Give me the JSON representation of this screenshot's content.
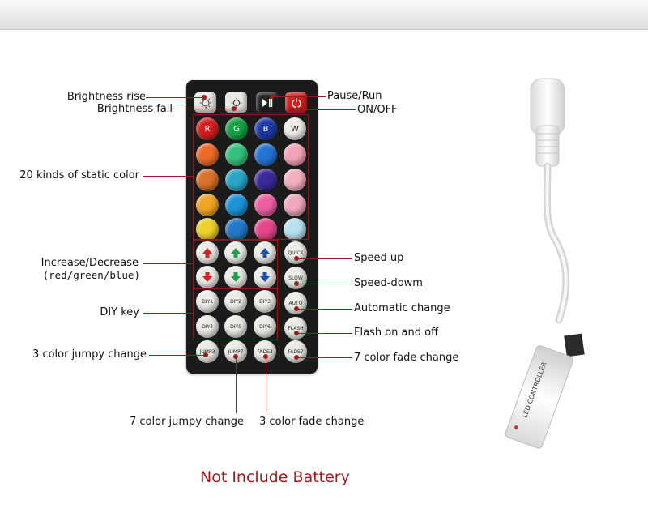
{
  "labels": {
    "brightness_rise": "Brightness rise",
    "brightness_fall": "Brightness fall",
    "static_color": "20 kinds of static color",
    "inc_dec": "Increase/Decrease",
    "rgb": "(red/green/blue)",
    "diy_key": "DIY key",
    "jump3": "3 color jumpy change",
    "jump7": "7 color jumpy change",
    "fade3": "3 color fade change",
    "fade7": "7 color fade change",
    "pause_run": "Pause/Run",
    "on_off": "ON/OFF",
    "speed_up": "Speed up",
    "speed_down": "Speed-dowm",
    "auto_change": "Automatic change",
    "flash": "Flash on and off"
  },
  "buttons": {
    "r": "R",
    "g": "G",
    "b": "B",
    "w": "W",
    "quick": "QUICK",
    "slow": "SLOW",
    "auto": "AUTO",
    "flash": "FLASH",
    "diy": [
      "DIY1",
      "DIY2",
      "DIY3",
      "DIY4",
      "DIY5",
      "DIY6"
    ],
    "jump3": "JUMP3",
    "jump7": "JUMP7",
    "fade3": "FADE3",
    "fade7": "FADE7"
  },
  "colors": {
    "accent": "#9a1c20",
    "row1": [
      "#d21e1e",
      "#17a045",
      "#1b3aa8",
      "#ecebe6"
    ],
    "row2": [
      "#ec6a2a",
      "#37c07b",
      "#2473d3",
      "#f2a3b7"
    ],
    "row3": [
      "#d9722a",
      "#2aa7c7",
      "#3a2a9a",
      "#f4b0c0"
    ],
    "row4": [
      "#f2a423",
      "#1c93d6",
      "#ee5fa2",
      "#f0a8bd"
    ],
    "row5": [
      "#ecd02c",
      "#2478c8",
      "#e6468a",
      "#b7e1ef"
    ],
    "arrows": [
      "#d52222",
      "#20a04a",
      "#1d4fb0"
    ]
  },
  "product_label": "LED CONTROLLER",
  "footer": "Not Include Battery"
}
